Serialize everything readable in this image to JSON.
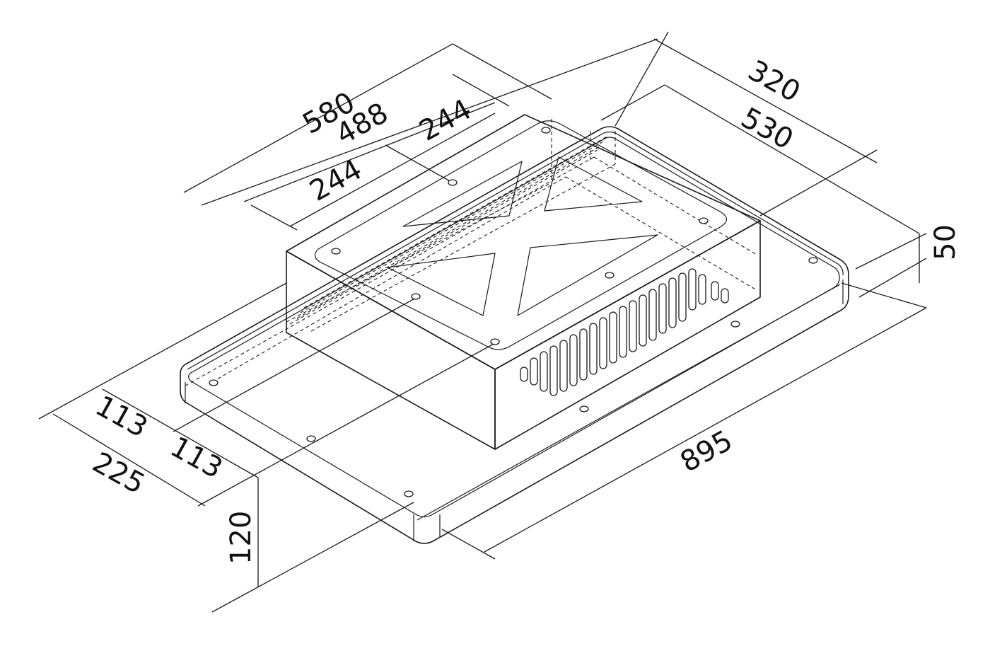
{
  "dimensions": {
    "width_overall": "895",
    "depth_overall": "580",
    "hole_spacing_depth": "488",
    "hole_offset_a": "244",
    "hole_offset_b": "244",
    "motor_box_depth": "320",
    "motor_box_length": "530",
    "motor_box_height": "50",
    "hood_height": "120",
    "side_offset_total": "225",
    "side_offset_a": "113",
    "side_offset_b": "113"
  },
  "colors": {
    "line": "#1a1a1a",
    "background": "#ffffff",
    "text": "#111111"
  }
}
